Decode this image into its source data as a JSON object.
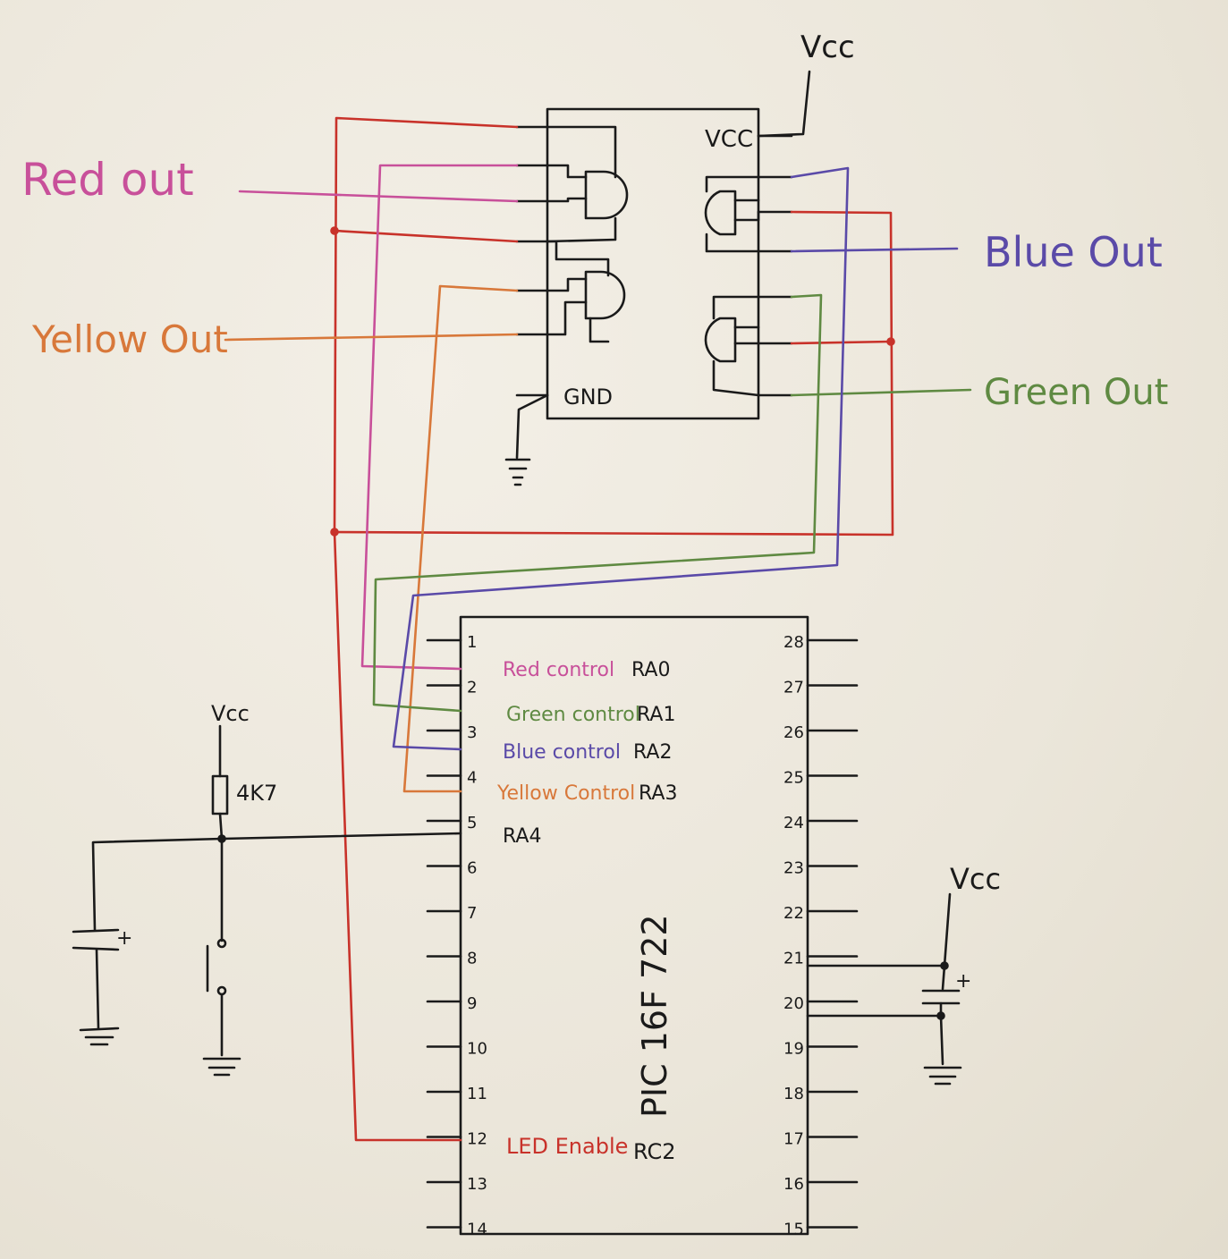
{
  "colors": {
    "ink": "#1a1a1a",
    "red": "#c8322a",
    "pink": "#c8509a",
    "orange": "#d8783a",
    "green": "#5f8a42",
    "blue": "#5a4aa8",
    "paper": "#ede8dc"
  },
  "labels": {
    "red_out": "Red out",
    "yellow_out": "Yellow Out",
    "blue_out": "Blue Out",
    "green_out": "Green Out",
    "vcc_top": "Vcc",
    "vcc_left": "Vcc",
    "vcc_right": "Vcc",
    "resistor": "4K7"
  },
  "gate_chip": {
    "vcc_pin": "VCC",
    "gnd_pin": "GND"
  },
  "mcu": {
    "name": "PIC 16F 722",
    "left_pins": [
      "1",
      "2",
      "3",
      "4",
      "5",
      "6",
      "7",
      "8",
      "9",
      "10",
      "11",
      "12",
      "13",
      "14"
    ],
    "right_pins": [
      "28",
      "27",
      "26",
      "25",
      "24",
      "23",
      "22",
      "21",
      "20",
      "19",
      "18",
      "17",
      "16",
      "15"
    ],
    "signals": {
      "red": {
        "label": "Red control",
        "port": "RA0"
      },
      "green": {
        "label": "Green control",
        "port": "RA1"
      },
      "blue": {
        "label": "Blue control",
        "port": "RA2"
      },
      "yellow": {
        "label": "Yellow Control",
        "port": "RA3"
      },
      "ra4": {
        "port": "RA4"
      },
      "led": {
        "label": "LED Enable",
        "port": "RC2"
      }
    }
  }
}
